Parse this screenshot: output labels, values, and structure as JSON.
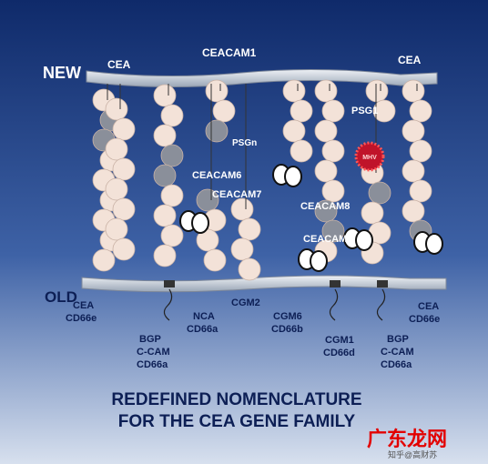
{
  "top_row": {
    "new_label": "NEW",
    "labels": [
      "CEA",
      "CEACAM1",
      "CEA",
      "PSG1",
      "PSGn",
      "CEACAM6",
      "CEACAM7",
      "CEACAM8",
      "CEACAM3"
    ]
  },
  "bottom_row": {
    "old_label": "OLD",
    "labels": [
      "CEA",
      "CD66e",
      "BGP",
      "C-CAM",
      "CD66a",
      "NCA",
      "CD66a",
      "CGM2",
      "CGM6",
      "CD66b",
      "CGM1",
      "CD66d",
      "BGP",
      "C-CAM",
      "CD66a",
      "CEA",
      "CD66e"
    ]
  },
  "virus_label": "MHV",
  "title_lines": [
    "REDEFINED NOMENCLATURE",
    "FOR THE CEA GENE FAMILY"
  ],
  "watermark": "广东龙网",
  "watermark_sub": "知乎@高财苏"
}
